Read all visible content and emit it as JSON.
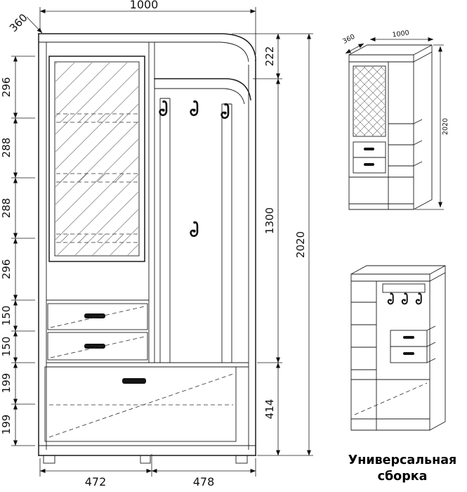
{
  "dims": {
    "top_width": "1000",
    "top_depth": "360",
    "left_chain": [
      "296",
      "288",
      "288",
      "296",
      "150",
      "150",
      "199",
      "199"
    ],
    "right_chain": [
      "222",
      "1300",
      "414"
    ],
    "overall_height": "2020",
    "bottom_widths": [
      "472",
      "478"
    ],
    "iso": {
      "depth": "360",
      "width": "1000",
      "height": "2020"
    }
  },
  "caption": {
    "line1": "Универсальная",
    "line2": "сборка"
  }
}
